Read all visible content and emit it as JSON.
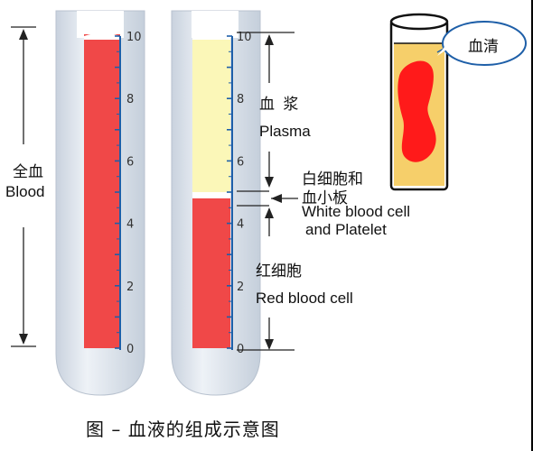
{
  "tube_scale": {
    "min": 0,
    "max": 10,
    "tick_labels": [
      "0",
      "2",
      "4",
      "6",
      "8",
      "10"
    ]
  },
  "whole_blood": {
    "label_cn": "全血",
    "label_en": "Blood",
    "red_fraction_top": 10
  },
  "separated": {
    "plasma": {
      "label_cn": "血 浆",
      "label_en": "Plasma",
      "from": 5.0,
      "to": 10
    },
    "buffy_coat": {
      "label_cn_line1": "白细胞和",
      "label_cn_line2": "血小板",
      "label_en_line1": "White blood cell",
      "label_en_line2": "and Platelet",
      "from": 4.8,
      "to": 5.0
    },
    "red_cells": {
      "label_cn": "红细胞",
      "label_en": "Red blood cell",
      "from": 0,
      "to": 4.8
    }
  },
  "serum_callout": {
    "label": "血清"
  },
  "caption": "图 – 血液的组成示意图",
  "colors": {
    "red": "#f04848",
    "plasma": "#fbf7b8",
    "tube": "#dce3ec",
    "scale": "#1e5fa8",
    "serum_tube_fill": "#f6cf6a",
    "serum_clot": "#ff1a1a"
  }
}
